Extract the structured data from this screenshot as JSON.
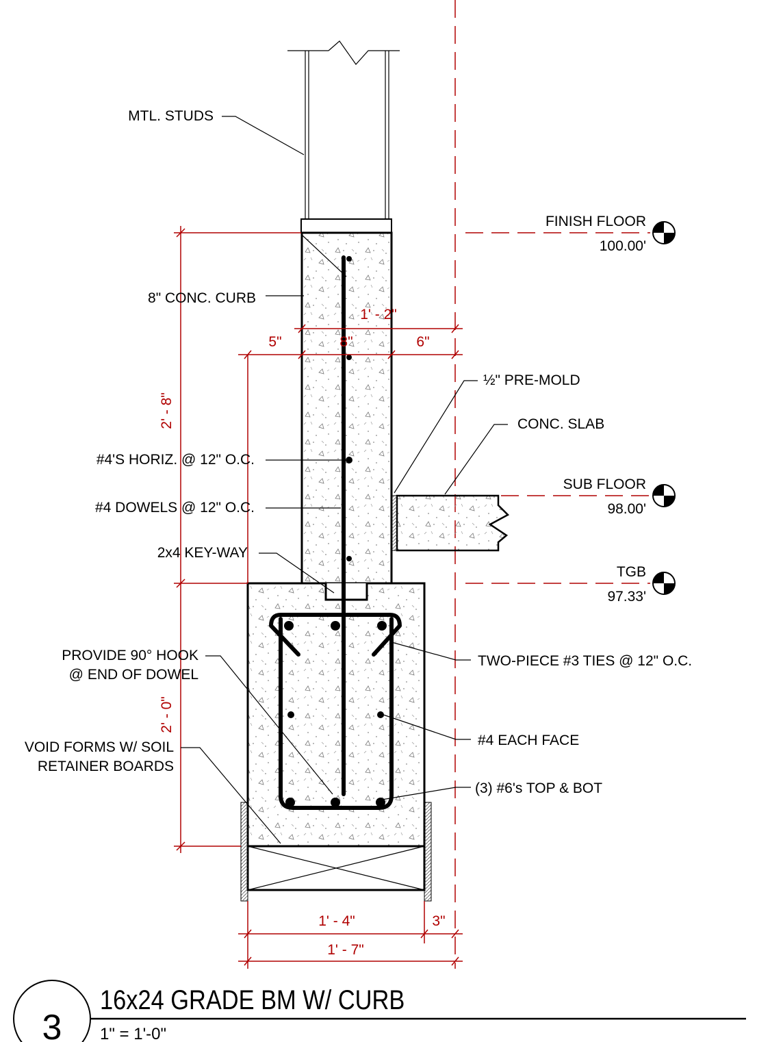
{
  "labels": {
    "mtl_studs": "MTL. STUDS",
    "conc_curb": "8\" CONC. CURB",
    "horiz": "#4'S HORIZ. @ 12\" O.C.",
    "dowels": "#4 DOWELS @ 12\" O.C.",
    "keyway": "2x4 KEY-WAY",
    "hook_1": "PROVIDE 90° HOOK",
    "hook_2": "@ END OF DOWEL",
    "void_1": "VOID FORMS W/ SOIL",
    "void_2": "RETAINER BOARDS",
    "premold": "½\" PRE-MOLD",
    "conc_slab": "CONC. SLAB",
    "ties": "TWO-PIECE #3 TIES @ 12\" O.C.",
    "each_face": "#4 EACH FACE",
    "top_bot": "(3) #6's TOP & BOT"
  },
  "levels": {
    "finish_floor": {
      "name": "FINISH FLOOR",
      "elev": "100.00'"
    },
    "sub_floor": {
      "name": "SUB FLOOR",
      "elev": "98.00'"
    },
    "tgb": {
      "name": "TGB",
      "elev": "97.33'"
    }
  },
  "dims": {
    "curb_height": "2' - 8\"",
    "beam_height": "2' - 0\"",
    "overall_top": "1' - 2\"",
    "left_offset": "5\"",
    "curb_width": "8\"",
    "right_offset": "6\"",
    "beam_width": "1' - 4\"",
    "form_width": "3\"",
    "overall_bottom": "1' - 7\""
  },
  "title": {
    "number": "3",
    "name": "16x24 GRADE BM W/ CURB",
    "scale": "1\" = 1'-0\""
  }
}
